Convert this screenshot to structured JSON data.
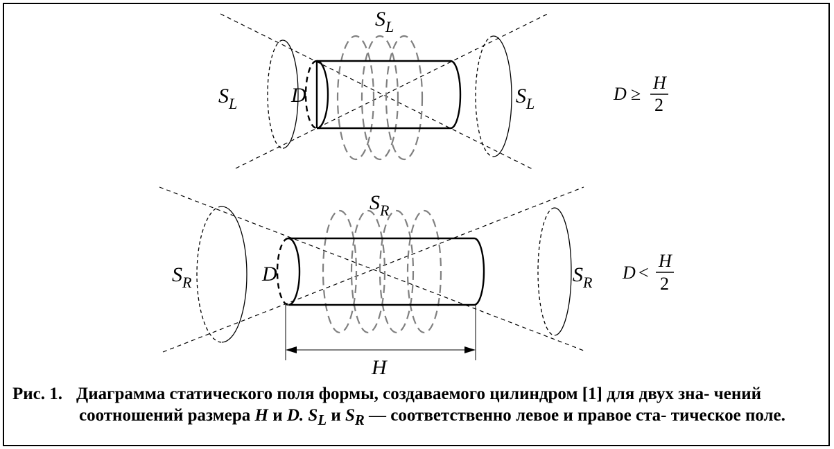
{
  "figure": {
    "labels": {
      "s_left_main": "S",
      "s_left_sub": "L",
      "s_right_main": "S",
      "s_right_sub": "R",
      "diameter": "D",
      "height": "H",
      "two": "2",
      "ge_symbol": "≥",
      "lt_symbol": "<"
    },
    "colors": {
      "solid": "#000000",
      "dashed_rings": "#808080",
      "dashed_lines": "#000000"
    }
  },
  "caption": {
    "label": "Рис. 1.",
    "text_1": "Диаграмма статического поля формы, создаваемого цилиндром [1] для двух зна-",
    "text_2": "чений соотношений размера",
    "var_h": "H",
    "conj_1": "и",
    "var_d": "D.",
    "s_main": "S",
    "sub_l": "L",
    "conj_2": "и",
    "sub_r": "R",
    "text_3": "— соответственно левое и правое ста-",
    "text_4": "тическое поле."
  }
}
